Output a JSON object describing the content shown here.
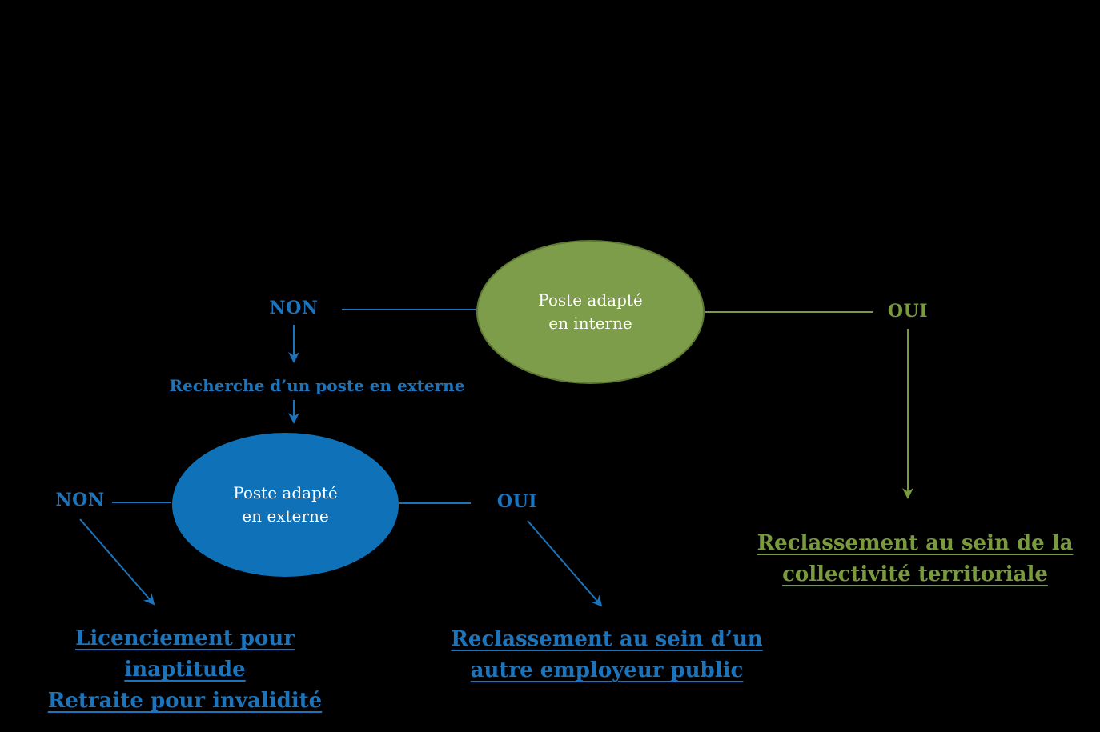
{
  "colors": {
    "background": "#000000",
    "blue": "#1C75BC",
    "blue_node_fill": "#0F72B9",
    "green": "#7A9A3E",
    "green_node_fill": "#7E9D4B",
    "green_node_border": "#5F7A33",
    "node_text": "#FFFFFF"
  },
  "nodes": {
    "interne": {
      "line1": "Poste adapté",
      "line2": "en interne"
    },
    "externe": {
      "line1": "Poste adapté",
      "line2": "en externe"
    }
  },
  "labels": {
    "non_top": "NON",
    "oui_top": "OUI",
    "non_bottom": "NON",
    "oui_bottom": "OUI",
    "recherche_externe": "Recherche d’un poste en externe"
  },
  "outcomes": {
    "licenciement": {
      "line1": "Licenciement pour",
      "line2": "inaptitude",
      "line3": "Retraite pour invalidité"
    },
    "autre_employeur": {
      "line1": "Reclassement au sein d’un",
      "line2": "autre employeur public"
    },
    "collectivite": {
      "line1": "Reclassement au sein de la",
      "line2": "collectivité territoriale"
    }
  }
}
